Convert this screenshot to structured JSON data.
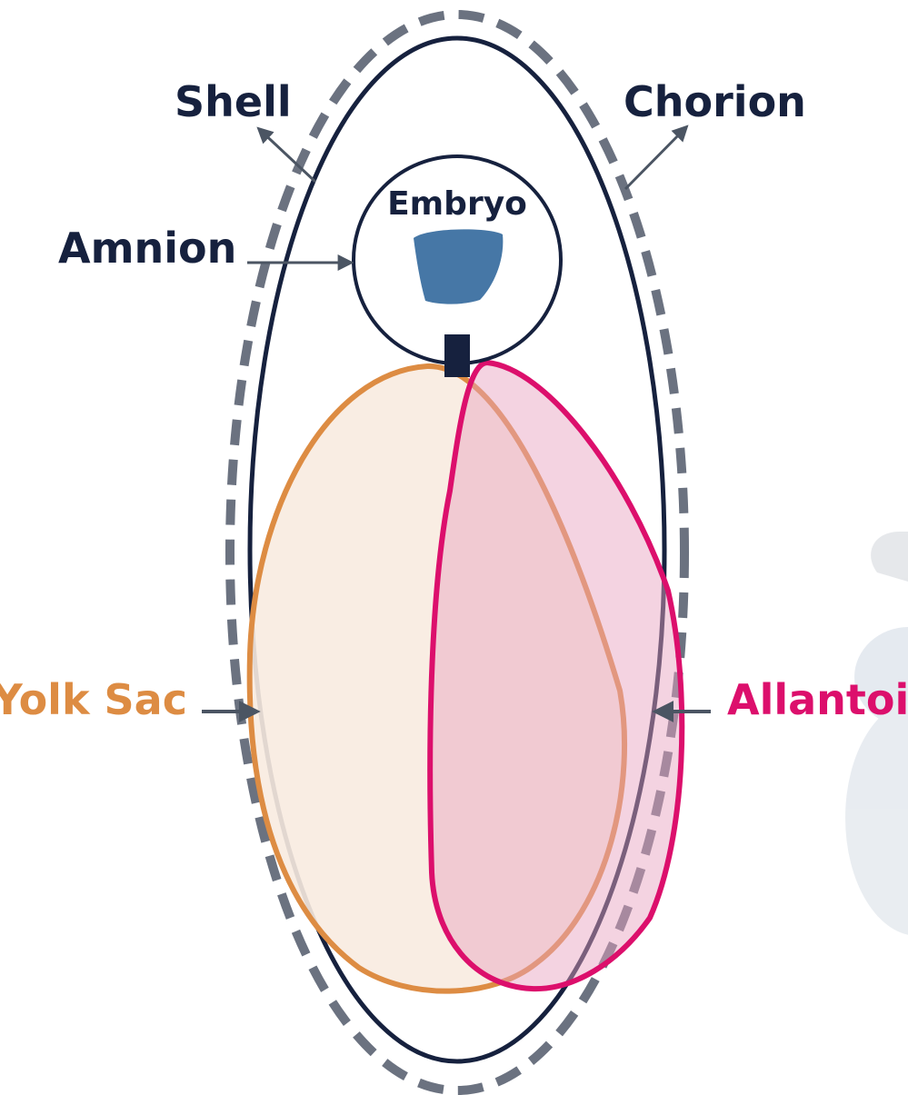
{
  "diagram": {
    "labels": {
      "shell": "Shell",
      "chorion": "Chorion",
      "embryo": "Embryo",
      "amnion": "Amnion",
      "yolk_sac": "Yolk Sac",
      "allantois": "Allantois"
    },
    "colors": {
      "outline": "#16213e",
      "shell_dash": "#6b7280",
      "embryo": "#4677a6",
      "yolk_stroke": "#dd8c43",
      "yolk_fill": "#f8ebe0",
      "allantois_stroke": "#dc0f6c",
      "allantois_fill": "#f2c4d4",
      "pointer": "#4b5563"
    }
  }
}
